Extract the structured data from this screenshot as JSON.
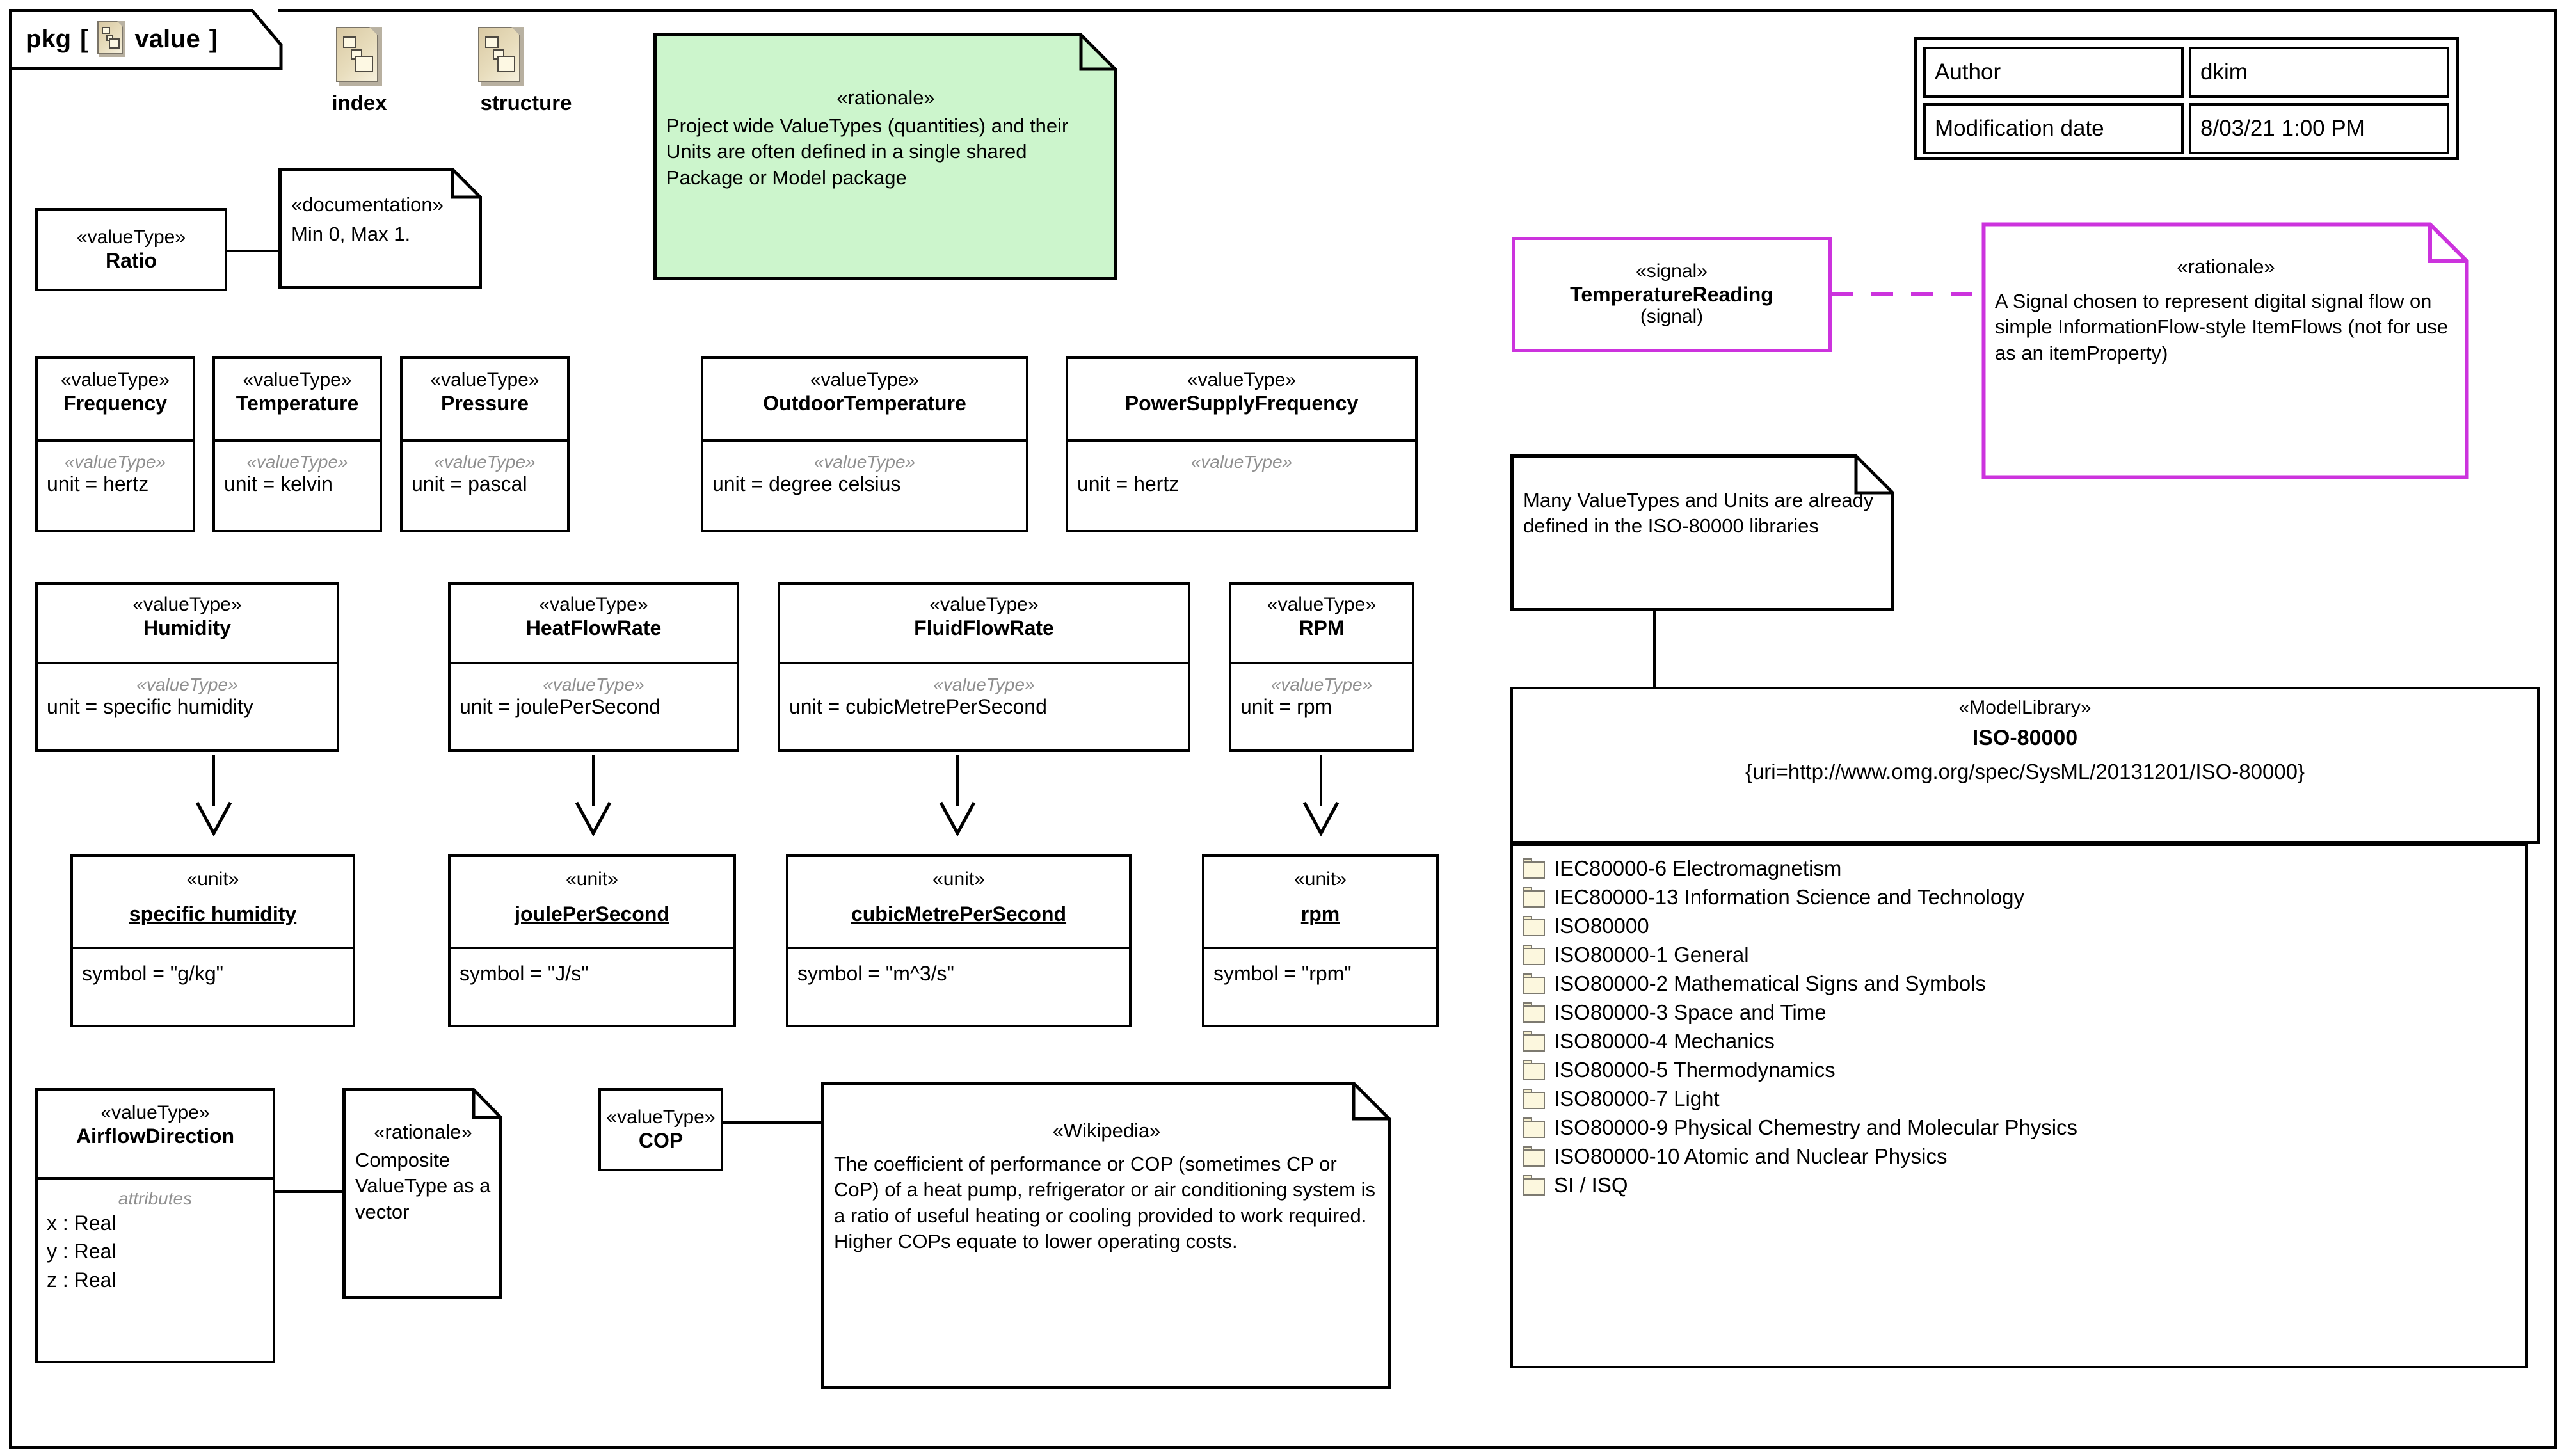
{
  "diagram": {
    "kind": "pkg",
    "bracket_open": "[",
    "bracket_close": "]",
    "name": "value"
  },
  "palette": {
    "signal_accent": "#cc33dd",
    "rationale_fill": "#ccf5cc",
    "gray_stereotype": "#8f8f8f",
    "folder_fill": "#fcf7de",
    "doc_icon_fill": "#e4d7b2"
  },
  "top_icons": [
    {
      "icon": "sysml-document-icon",
      "label": "index"
    },
    {
      "icon": "sysml-document-icon",
      "label": "structure"
    }
  ],
  "author_table": {
    "rows": [
      {
        "label": "Author",
        "value": "dkim"
      },
      {
        "label": "Modification date",
        "value": "8/03/21 1:00 PM"
      }
    ]
  },
  "notes": {
    "shared_package_rationale": {
      "stereotype": "«rationale»",
      "body": "Project wide ValueTypes (quantities) and their Units are often defined in a single shared Package or Model package",
      "fill": "#ccf5cc"
    },
    "ratio_documentation": {
      "stereotype": "«documentation»",
      "body": "Min 0, Max 1."
    },
    "airflow_rationale": {
      "stereotype": "«rationale»",
      "body": "Composite ValueType as a vector"
    },
    "cop_wikipedia": {
      "stereotype": "«Wikipedia»",
      "body": "The coefficient of performance or COP (sometimes CP or CoP) of a heat pump, refrigerator or air conditioning system is a ratio of useful heating or cooling provided to work required. Higher COPs equate to lower operating costs."
    },
    "signal_rationale": {
      "stereotype": "«rationale»",
      "body": "A Signal chosen to represent digital signal flow on simple InformationFlow-style ItemFlows (not for use as an itemProperty)",
      "accent": "#cc33dd"
    },
    "iso_libraries": {
      "stereotype": "",
      "body": "Many ValueTypes and Units are already defined in the ISO-80000 libraries"
    }
  },
  "value_types": {
    "ratio": {
      "stereotype": "«valueType»",
      "name": "Ratio"
    },
    "row1": [
      {
        "stereotype": "«valueType»",
        "name": "Frequency",
        "compartment_stereotype": "«valueType»",
        "property": "unit = hertz"
      },
      {
        "stereotype": "«valueType»",
        "name": "Temperature",
        "compartment_stereotype": "«valueType»",
        "property": "unit = kelvin"
      },
      {
        "stereotype": "«valueType»",
        "name": "Pressure",
        "compartment_stereotype": "«valueType»",
        "property": "unit = pascal"
      },
      {
        "stereotype": "«valueType»",
        "name": "OutdoorTemperature",
        "compartment_stereotype": "«valueType»",
        "property": "unit = degree celsius"
      },
      {
        "stereotype": "«valueType»",
        "name": "PowerSupplyFrequency",
        "compartment_stereotype": "«valueType»",
        "property": "unit = hertz"
      }
    ],
    "row2": [
      {
        "stereotype": "«valueType»",
        "name": "Humidity",
        "compartment_stereotype": "«valueType»",
        "property": "unit = specific humidity"
      },
      {
        "stereotype": "«valueType»",
        "name": "HeatFlowRate",
        "compartment_stereotype": "«valueType»",
        "property": "unit = joulePerSecond"
      },
      {
        "stereotype": "«valueType»",
        "name": "FluidFlowRate",
        "compartment_stereotype": "«valueType»",
        "property": "unit = cubicMetrePerSecond"
      },
      {
        "stereotype": "«valueType»",
        "name": "RPM",
        "compartment_stereotype": "«valueType»",
        "property": "unit = rpm"
      }
    ],
    "airflow": {
      "stereotype": "«valueType»",
      "name": "AirflowDirection",
      "attributes_header": "attributes",
      "attributes": [
        "x : Real",
        "y : Real",
        "z : Real"
      ]
    },
    "cop": {
      "stereotype": "«valueType»",
      "name": "COP"
    }
  },
  "units": [
    {
      "stereotype": "«unit»",
      "name": "specific humidity",
      "property": "symbol = \"g/kg\""
    },
    {
      "stereotype": "«unit»",
      "name": "joulePerSecond",
      "property": "symbol = \"J/s\""
    },
    {
      "stereotype": "«unit»",
      "name": "cubicMetrePerSecond",
      "property": "symbol = \"m^3/s\""
    },
    {
      "stereotype": "«unit»",
      "name": "rpm",
      "property": "symbol = \"rpm\""
    }
  ],
  "signal": {
    "stereotype": "«signal»",
    "name": "TemperatureReading",
    "qualifier": "(signal)"
  },
  "model_library": {
    "stereotype": "«ModelLibrary»",
    "name": "ISO-80000",
    "uri": "{uri=http://www.omg.org/spec/SysML/20131201/ISO-80000}",
    "packages": [
      "IEC80000-6 Electromagnetism",
      "IEC80000-13 Information Science and Technology",
      "ISO80000",
      "ISO80000-1 General",
      "ISO80000-2 Mathematical Signs and Symbols",
      "ISO80000-3 Space and Time",
      "ISO80000-4 Mechanics",
      "ISO80000-5 Thermodynamics",
      "ISO80000-7 Light",
      "ISO80000-9 Physical Chemestry and Molecular Physics",
      "ISO80000-10 Atomic and Nuclear Physics",
      "SI / ISQ"
    ]
  }
}
